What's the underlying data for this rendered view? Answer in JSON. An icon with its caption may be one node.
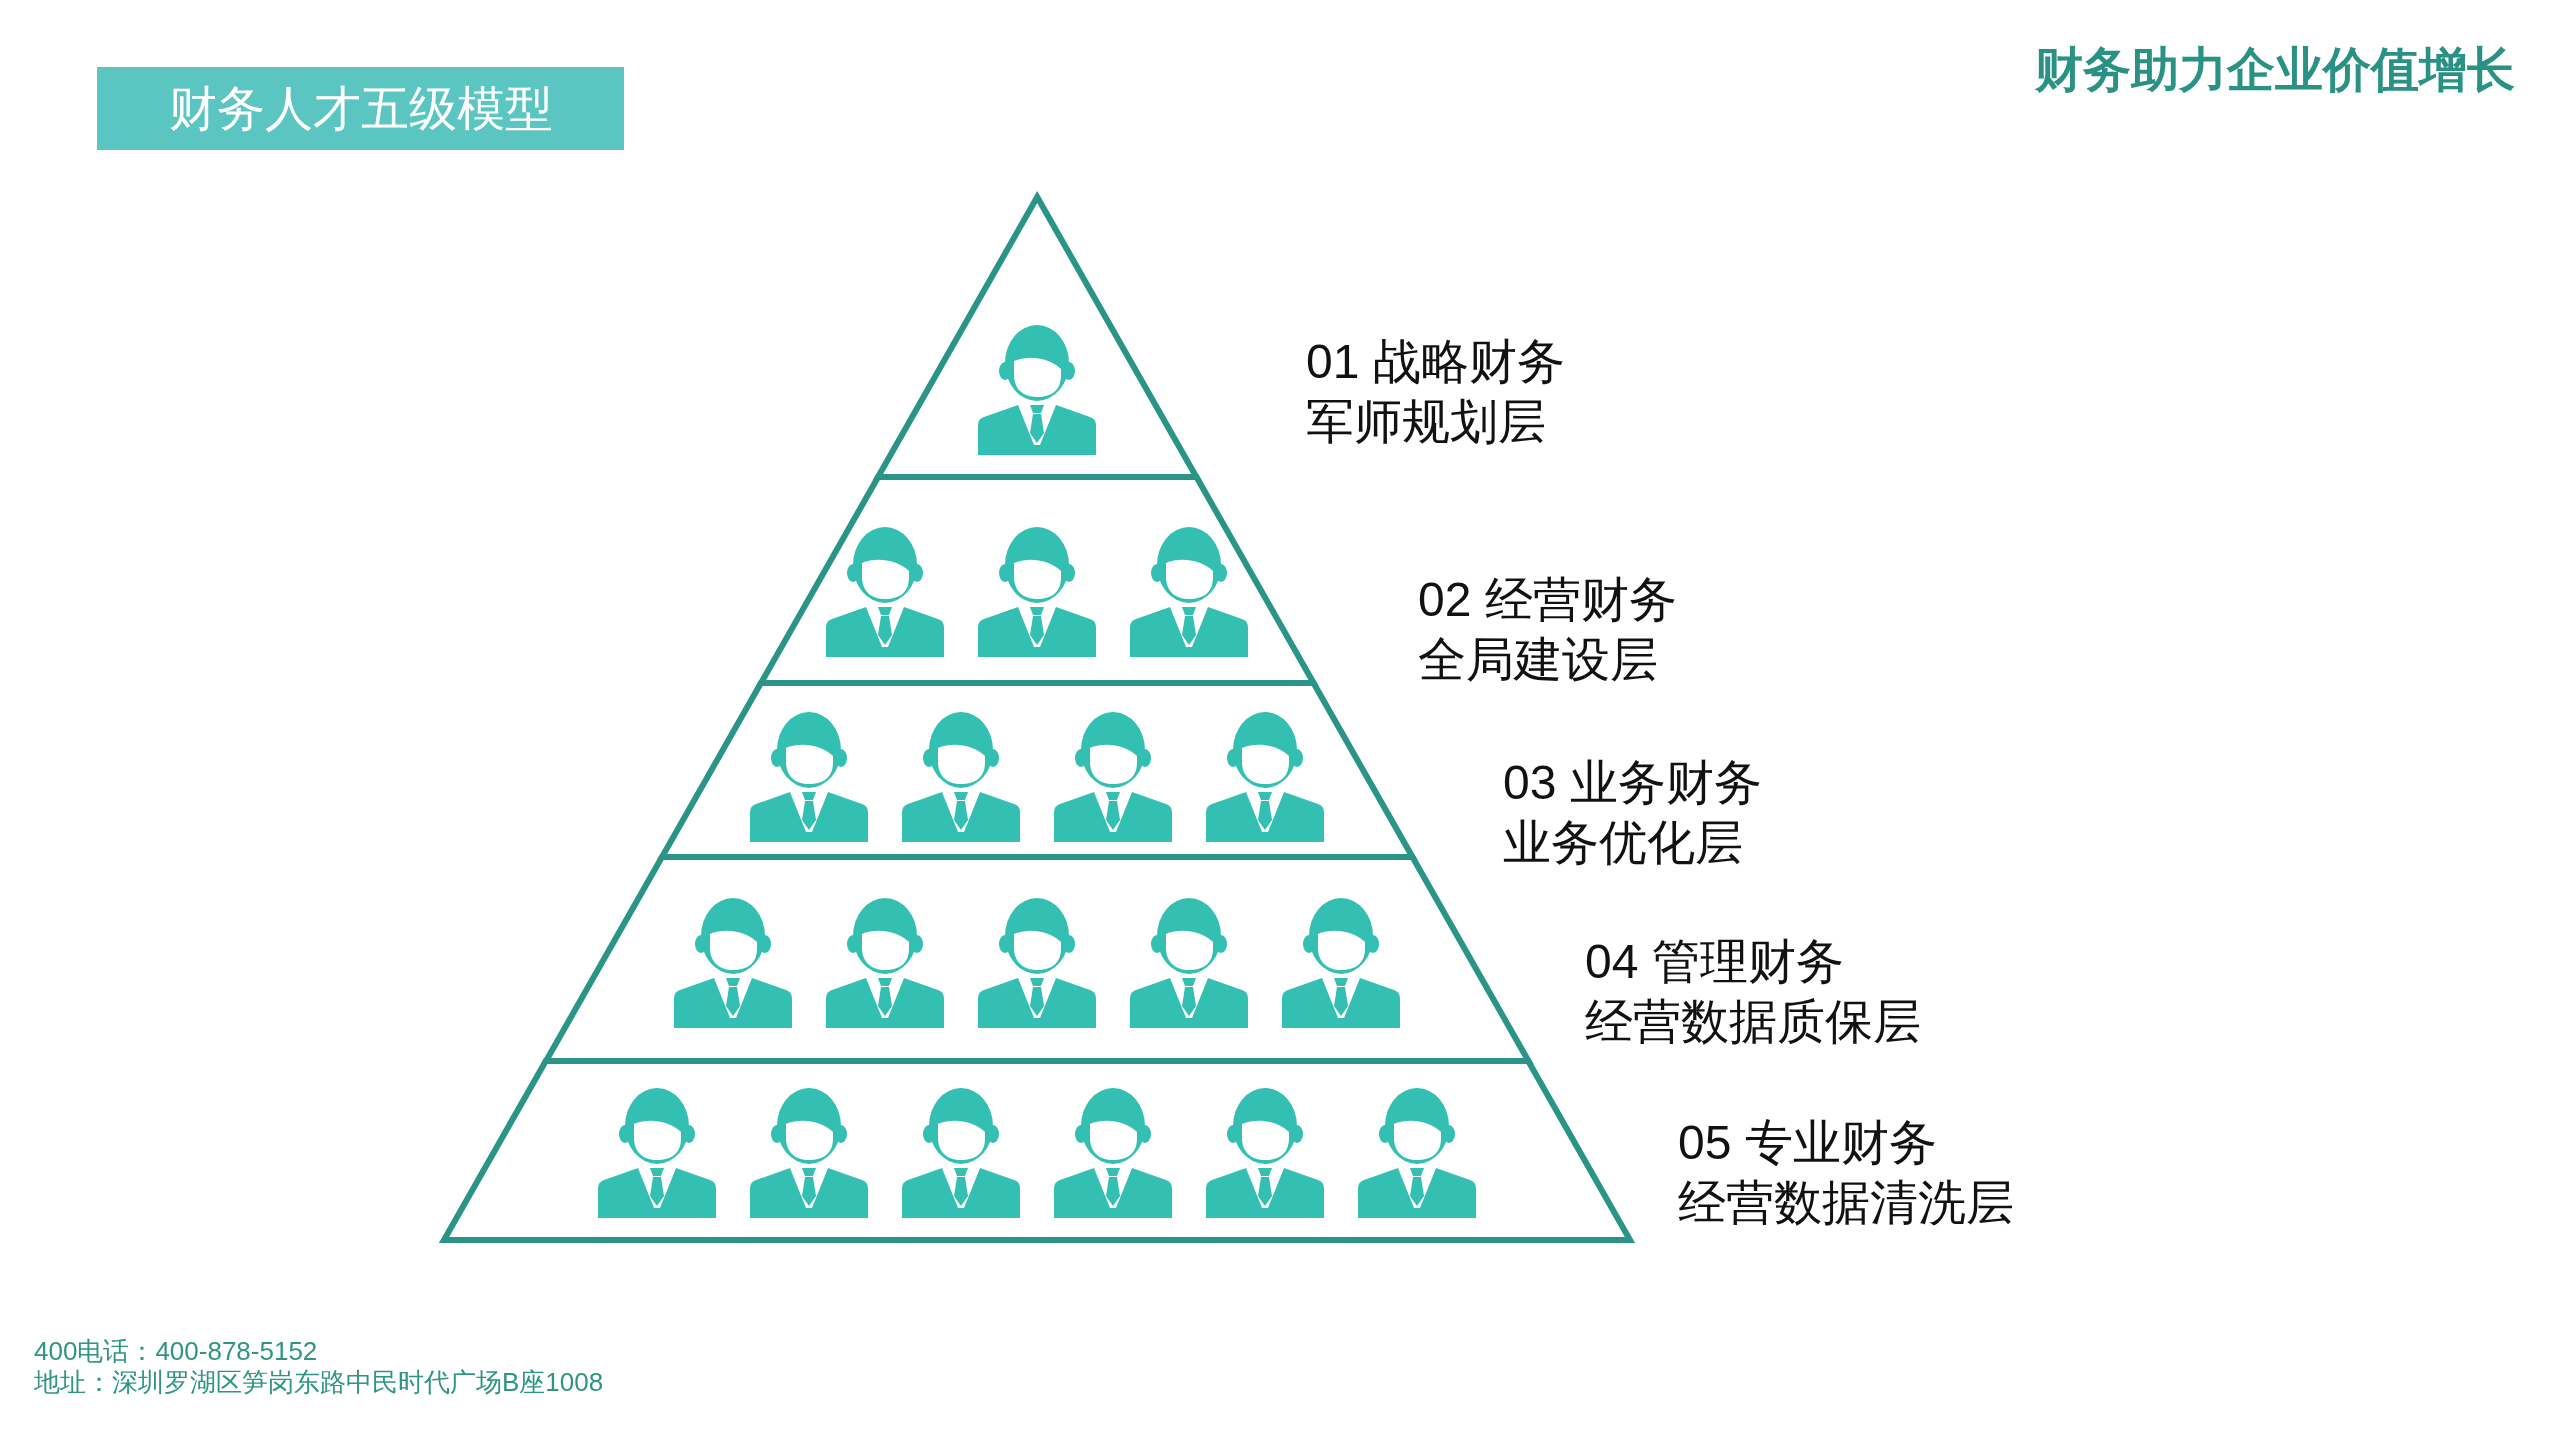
{
  "diagram": {
    "title": "财务人才五级模型",
    "nodes": [
      {
        "text": [],
        "shape": "triangle",
        "beside": [
          "01 战略财务",
          "军师规划层"
        ]
      },
      {
        "text": [],
        "shape": "trapezoid",
        "beside": [
          "02 经营财务",
          "全局建设层"
        ]
      },
      {
        "text": [],
        "shape": "trapezoid",
        "beside": [
          "03 业务财务",
          "业务优化层"
        ]
      },
      {
        "text": [],
        "shape": "trapezoid",
        "beside": [
          "04 管理财务",
          "经营数据质保层"
        ]
      },
      {
        "text": [],
        "shape": "trapezoid",
        "beside": [
          "05 专业财务",
          "经营数据清洗层"
        ]
      }
    ],
    "labels": [
      "财务助力企业价值增长",
      "400电话：400-878-5152",
      "地址：深圳罗湖区笋岗东路中民时代广场B座1008"
    ]
  }
}
